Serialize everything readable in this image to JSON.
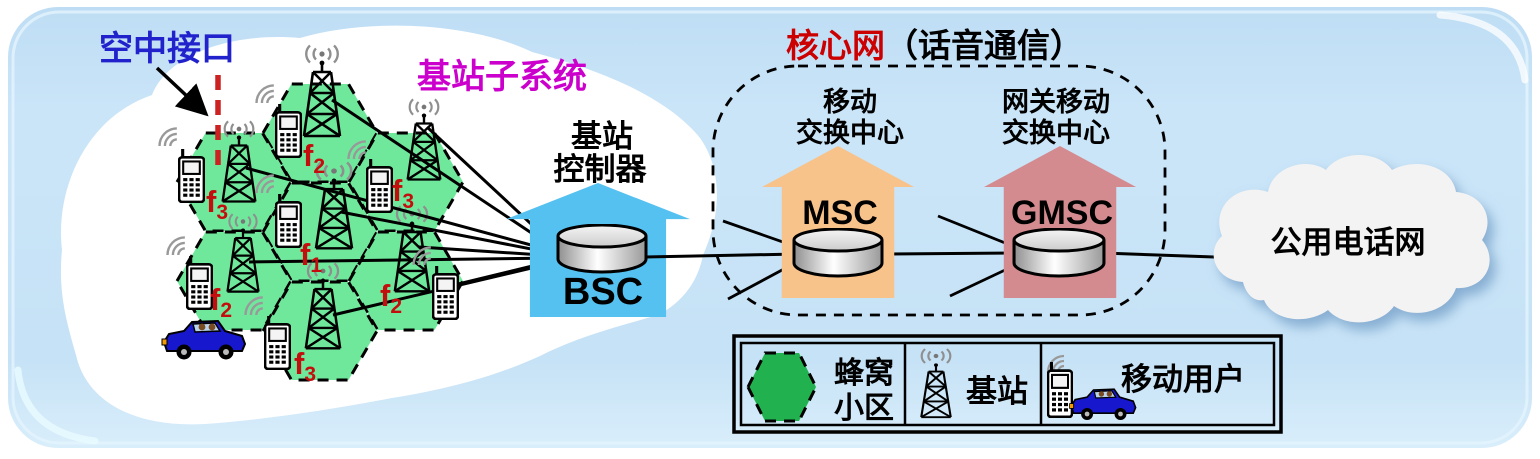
{
  "air_interface": {
    "label": "空中接口"
  },
  "bss": {
    "label": "基站子系统"
  },
  "bsc": {
    "label_line1": "基站",
    "label_line2": "控制器",
    "name": "BSC"
  },
  "core": {
    "title_red": "核心网",
    "title_black": "（话音通信）",
    "msc": {
      "label_line1": "移动",
      "label_line2": "交换中心",
      "name": "MSC"
    },
    "gmsc": {
      "label_line1": "网关移动",
      "label_line2": "交换中心",
      "name": "GMSC"
    }
  },
  "pstn": {
    "label": "公用电话网"
  },
  "freq": {
    "top": {
      "base": "f",
      "sub": "2"
    },
    "left": {
      "base": "f",
      "sub": "3"
    },
    "right": {
      "base": "f",
      "sub": "3"
    },
    "center": {
      "base": "f",
      "sub": "1"
    },
    "bottom_left": {
      "base": "f",
      "sub": "2"
    },
    "bottom_right": {
      "base": "f",
      "sub": "2"
    },
    "bottom": {
      "base": "f",
      "sub": "3"
    }
  },
  "legend": {
    "cell_line1": "蜂窝",
    "cell_line2": "小区",
    "base_station": "基站",
    "mobile_user": "移动用户"
  },
  "icons": {
    "tower": "lattice-tower-icon",
    "radio_waves": "radio-waves-icon",
    "signal_arcs": "signal-arcs-icon",
    "phone": "cellphone-icon",
    "car": "car-icon",
    "node": "cylinder-node-icon",
    "block_arrow": "block-arrow-shape",
    "cloud": "network-cloud-shape"
  },
  "colors": {
    "panel_bg": "#C8E3F6",
    "cell_fill": "#6FE89C",
    "legend_cell_fill": "#21B24F",
    "bsc_arrow": "#55C1F0",
    "msc_arrow": "#F8C28B",
    "gmsc_arrow": "#D48B8F",
    "air_interface_text": "#2222CC",
    "air_interface_line": "#CC2222",
    "bss_text": "#CC00CC",
    "core_title_red": "#CC0000",
    "freq_text": "#C40D0D",
    "car_blue": "#1717CE"
  }
}
